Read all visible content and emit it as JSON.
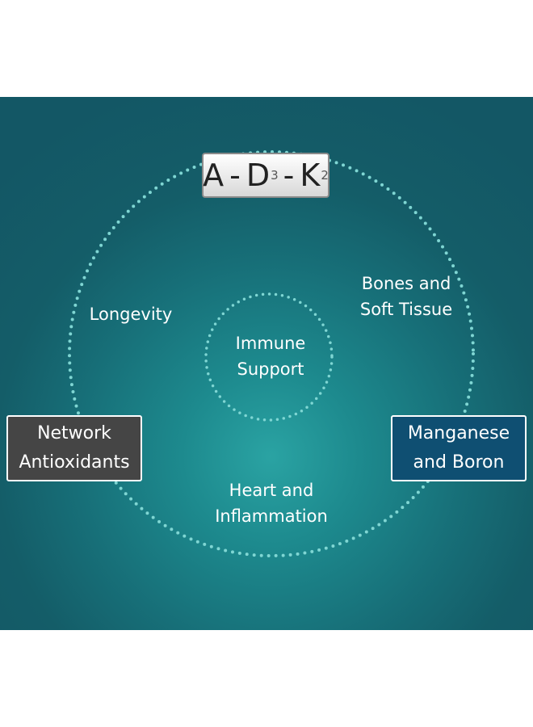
{
  "diagram": {
    "title": {
      "main1": "A",
      "sep1": "-",
      "main2": "D",
      "sub2": "3",
      "sep2": "-",
      "main3": "K",
      "sub3": "2"
    },
    "center": {
      "line1": "Immune",
      "line2": "Support"
    },
    "nodes": {
      "longevity": "Longevity",
      "bones": {
        "line1": "Bones and",
        "line2": "Soft Tissue"
      },
      "heart": {
        "line1": "Heart and",
        "line2": "Inflammation"
      },
      "network": {
        "line1": "Network",
        "line2": "Antioxidants"
      },
      "manganese": {
        "line1": "Manganese",
        "line2": "and Boron"
      }
    },
    "colors": {
      "ring": "#7fd6d3",
      "network_box": "#454545",
      "manganese_box": "#0f4f72"
    }
  }
}
